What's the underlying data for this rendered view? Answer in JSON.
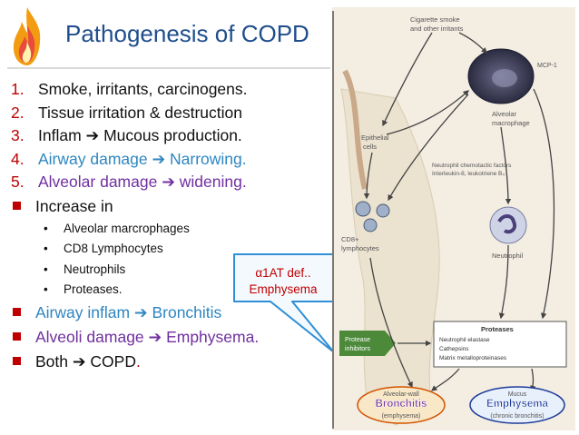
{
  "slide": {
    "title": "Pathogenesis of COPD",
    "numbered": [
      {
        "num": "1.",
        "parts": [
          {
            "text": "Smoke, irritants, carcinogens."
          }
        ]
      },
      {
        "num": "2.",
        "parts": [
          {
            "text": "Tissue irritation & destruction"
          }
        ]
      },
      {
        "num": "3.",
        "parts": [
          {
            "text": "Inflam "
          },
          {
            "text": "➔"
          },
          {
            "text": " Mucous production."
          }
        ]
      },
      {
        "num": "4.",
        "parts": [
          {
            "text": "Airway damage "
          },
          {
            "text": "➔"
          },
          {
            "text": " Narrowing."
          }
        ]
      },
      {
        "num": "5.",
        "parts": [
          {
            "text": "Alveolar damage "
          },
          {
            "text": "➔"
          },
          {
            "text": " widening."
          }
        ]
      }
    ],
    "increase": {
      "label": "Increase in",
      "items": [
        "Alveolar marcrophages",
        "CD8 Lymphocytes",
        "Neutrophils",
        "Proteases."
      ]
    },
    "bottom": [
      {
        "parts": [
          {
            "text": "Airway inflam "
          },
          {
            "text": "➔"
          },
          {
            "text": " Bronchitis"
          }
        ]
      },
      {
        "parts": [
          {
            "text": "Alveoli damage "
          },
          {
            "text": "➔"
          },
          {
            "text": " Emphysema."
          }
        ]
      },
      {
        "parts": [
          {
            "text": "Both "
          },
          {
            "text": "➔"
          },
          {
            "text": " COPD"
          },
          {
            "text": "."
          }
        ]
      }
    ],
    "callout": {
      "line1": "α1AT def..",
      "line2": "Emphysema"
    }
  },
  "figure": {
    "smoke": [
      "Cigarette smoke",
      "and other irritants"
    ],
    "epithelial": [
      "Epithelial",
      "cells"
    ],
    "mcp": "MCP-1",
    "alveolar_mac": [
      "Alveolar",
      "macrophage"
    ],
    "chemotactic": [
      "Neutrophil chemotactic factors",
      "Interleukin-8, leukotriene B₄"
    ],
    "cd8": [
      "CD8+",
      "lymphocytes"
    ],
    "neutrophil": "Neutrophil",
    "protease_inhibitors": [
      "Protease",
      "inhibitors"
    ],
    "proteases": {
      "title": "Proteases",
      "items": [
        "Neutrophil elastase",
        "Cathepsins",
        "Matrix metalloproteinases"
      ]
    },
    "alveolar_wall": "Alveolar-wall",
    "bronchitis": "Bronchitis",
    "emphysema_paren": "(emphysema)",
    "mucus": "Mucus",
    "emphysema": "Emphysema",
    "chronic_paren": "(chronic bronchitis)"
  },
  "colors": {
    "title": "#1f4e8c",
    "number": "#c00000",
    "blue_text": "#2e86c1",
    "purple_text": "#7030a0",
    "callout_border": "#2e8fd6",
    "callout_fill": "#f4f9fd",
    "bronchitis_label": "#7030a0",
    "emphysema_label": "#1f3c9c"
  }
}
